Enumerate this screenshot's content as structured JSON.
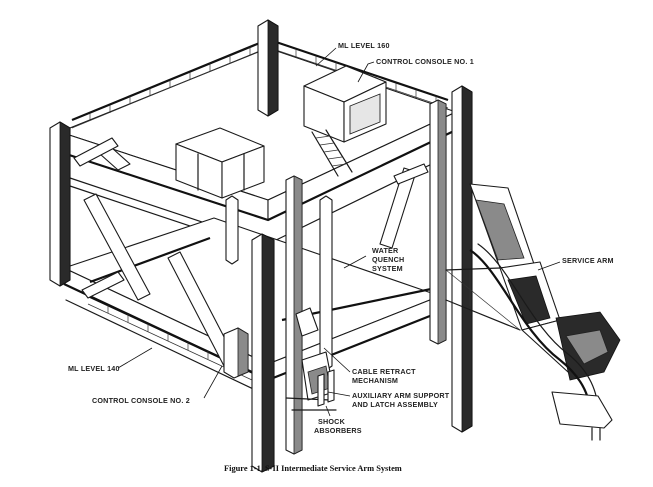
{
  "labels": {
    "ml_level_160": "ML LEVEL 160",
    "control_console_1": "CONTROL CONSOLE NO. 1",
    "water_quench_line1": "WATER",
    "water_quench_line2": "QUENCH",
    "water_quench_line3": "SYSTEM",
    "service_arm": "SERVICE ARM",
    "ml_level_140": "ML LEVEL 140",
    "cable_retract_line1": "CABLE RETRACT",
    "cable_retract_line2": "MECHANISM",
    "aux_arm_line1": "AUXILIARY ARM SUPPORT",
    "aux_arm_line2": "AND LATCH ASSEMBLY",
    "control_console_2": "CONTROL CONSOLE NO. 2",
    "shock_line1": "SHOCK",
    "shock_line2": "ABSORBERS"
  },
  "caption": "Figure 1-1.  S-II Intermediate Service Arm System"
}
